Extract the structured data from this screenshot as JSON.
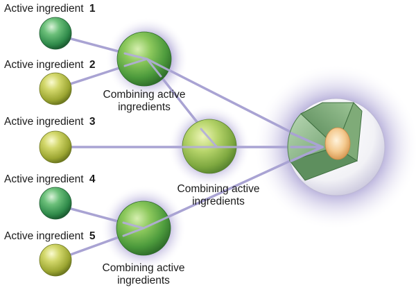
{
  "labels": {
    "prefix": "Active ingredient",
    "ingredients": [
      {
        "number": "1",
        "color": "green"
      },
      {
        "number": "2",
        "color": "yellow"
      },
      {
        "number": "3",
        "color": "yellow"
      },
      {
        "number": "4",
        "color": "green"
      },
      {
        "number": "5",
        "color": "yellow"
      }
    ],
    "combining": [
      {
        "line1": "Combining active",
        "line2": "ingredients"
      },
      {
        "line1": "Combining active",
        "line2": "ingredients"
      },
      {
        "line1": "Combining active",
        "line2": "ingredients"
      }
    ]
  },
  "colors": {
    "green": "#5fae5a",
    "yellow": "#b8c548",
    "line": "#a8a2d0",
    "halo": "#8f84c4",
    "core": "#f2c98a"
  }
}
